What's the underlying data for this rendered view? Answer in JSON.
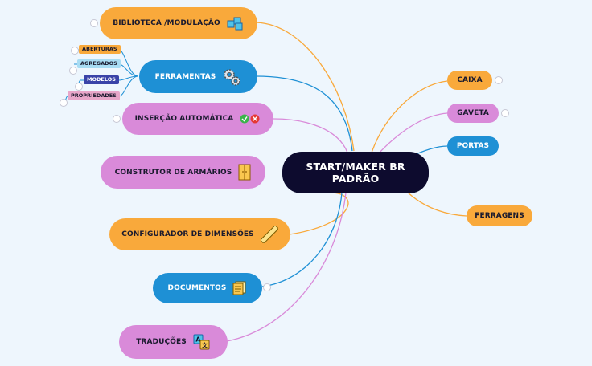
{
  "central": {
    "line1": "START/MAKER BR",
    "line2": "PADRÃO"
  },
  "left_nodes": [
    {
      "id": "biblioteca",
      "label": "BIBLIOTECA /MODULAÇÃO",
      "color": "orange",
      "icon": "cubes-icon"
    },
    {
      "id": "ferramentas",
      "label": "FERRAMENTAS",
      "color": "blue",
      "icon": "gears-icon"
    },
    {
      "id": "insercao",
      "label": "INSERÇÃO AUTOMÁTICA",
      "color": "pink",
      "icon": "check-cross-icon"
    },
    {
      "id": "construtor",
      "label": "CONSTRUTOR DE ARMÁRIOS",
      "color": "pink",
      "icon": "cabinet-icon"
    },
    {
      "id": "configurador",
      "label": "CONFIGURADOR DE DIMENSÕES",
      "color": "orange",
      "icon": "ruler-icon"
    },
    {
      "id": "documentos",
      "label": "DOCUMENTOS",
      "color": "blue",
      "icon": "documents-icon"
    },
    {
      "id": "traducoes",
      "label": "TRADUÇÕES",
      "color": "pink",
      "icon": "translate-icon"
    }
  ],
  "ferramentas_children": [
    {
      "label": "ABERTURAS",
      "color": "#f9a93b"
    },
    {
      "label": "AGREGADOS",
      "color": "#a8dcf3"
    },
    {
      "label": "MODELOS",
      "color": "#3a43a8"
    },
    {
      "label": "PROPRIEDADES",
      "color": "#e8a6c9"
    }
  ],
  "right_nodes": [
    {
      "id": "caixa",
      "label": "CAIXA",
      "color": "orange"
    },
    {
      "id": "gaveta",
      "label": "GAVETA",
      "color": "pink"
    },
    {
      "id": "portas",
      "label": "PORTAS",
      "color": "blue"
    },
    {
      "id": "ferragens",
      "label": "FERRAGENS",
      "color": "orange"
    }
  ],
  "colors": {
    "orange": "#f9a93b",
    "blue": "#1e90d5",
    "pink": "#d98ad9",
    "central": "#0d0b2e",
    "background": "#eef6fd"
  }
}
